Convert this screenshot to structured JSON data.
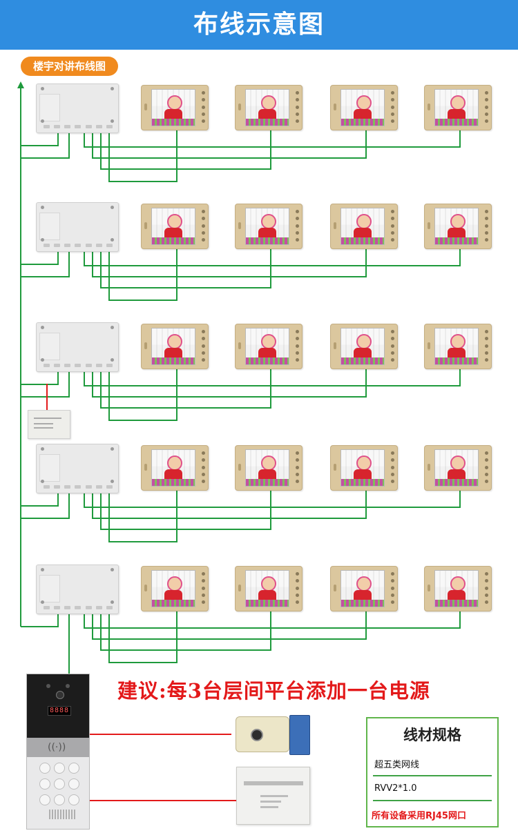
{
  "header": {
    "title": "布线示意图"
  },
  "section": {
    "label": "楼宇对讲布线图"
  },
  "advice": {
    "text": "建议:每3台层间平台添加一台电源"
  },
  "door_station": {
    "display": "8888"
  },
  "specs": {
    "title": "线材规格",
    "items": [
      "超五类网线",
      "RVV2*1.0"
    ],
    "note": "所有设备采用RJ45网口"
  },
  "colors": {
    "banner": "#2f8de0",
    "pill": "#f08a1e",
    "cat5_wire": "#1e9a3c",
    "power_wire": "#e3191a",
    "spec_border": "#5fb54a"
  },
  "floors": 5,
  "monitors_per_floor": 4
}
